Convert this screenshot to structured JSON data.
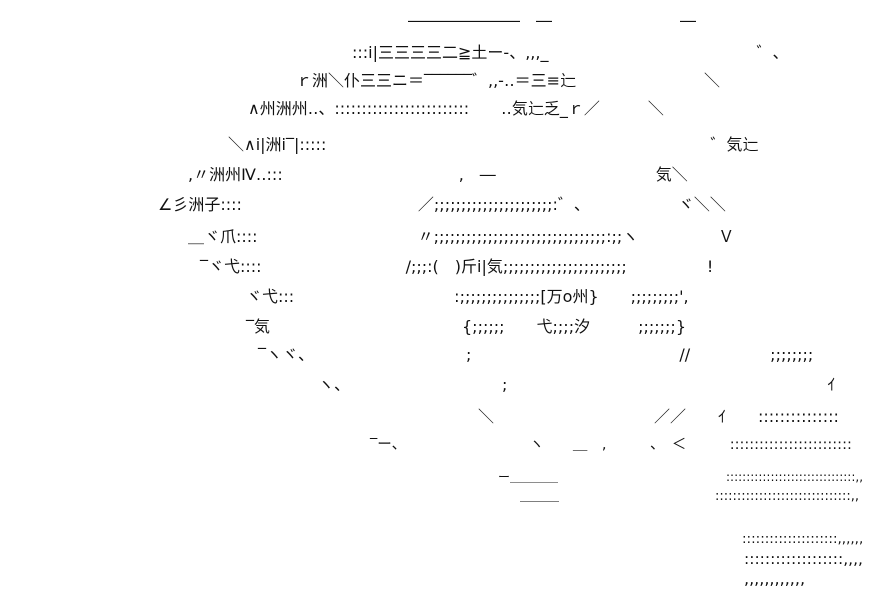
{
  "art": {
    "lines": [
      "―――――――　―　　　　　　　　―",
      ":::i|三三三三二≧土ー-、,,,_　　　　　　　　　　　　　゛、",
      "ｒ洲＼仆三三ニ＝‾‾‾‾‾‾゛,,-‥＝三≡辷　　　　　　　　＼",
      "∧州洲州‥、:::::::::::::::::::::::::　　‥気辷乏_ｒ／　　　＼",
      "＼∧i|洲i‾|:::::　　　　　　　　　　　　　　　　　　　　　　　　゛気辷",
      ",〃洲州Ⅳ‥:::　　　　　　　　　　　,　―　　　　　　　　　　気＼",
      "∠彡洲子::::　　　　　　　　　　　／;;;;;;;;;;;;;;;;;;;;;;:゛、　　　　　　ヾ＼＼",
      "＿ヾ爪::::　　　　　　　　　　〃;;;;;;;;;;;;;;;;;;;;;;;;;;;;;;;;:;;ヽ　　　　　Ｖ",
      "‾ヾ弋::::　　　　　　　　　/;;;:(　)斤i|気;;;;;;;;;;;;;;;;;;;;;;;　　　　　!",
      "ヾ弋:::　　　　　　　　　　:;;;;;;;;;;;;;;;[万o州}　　;;;;;;;;;',",
      "‾気　　　　　　　　　　　　{;;;;;;　　弋;;;;汐　　　;;;;;;;}",
      "‾ヽヾ、　　　　　　　　　　;　　　　　　　　　　　　　//　　　　　;;;;;;;;",
      "ヽ、　　　　　　　　　　;　　　　　　　　　　　　　　　　　　　　ｲ",
      "＼　　　　　　　　　　／／　　ｲ　　:::::::::::::::",
      "‾ー、　　　　　　　　　ヽ　　＿　,　　　、　＜　　　:::::::::::::::::::::::::",
      "ー＿＿＿＿　　　　　　　　　　　　　　::::::::::::::::::::::::::::::::,,",
      "＿＿＿　　　　　　　　　　　　:::::::::::::::::::::::::::::::,,",
      ":::::::::::::::::::::,,,,,,",
      ":::::::::::::::::::,,,,",
      ",,,,,,,,,,,,"
    ]
  }
}
